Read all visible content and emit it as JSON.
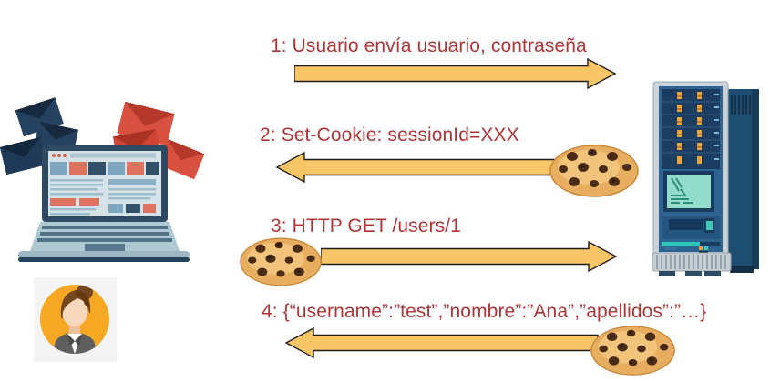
{
  "diagram_type": "sequence-diagram-cookie-auth",
  "actors": {
    "client": {
      "icon": "laptop-emails-illustration",
      "avatar_icon": "woman-avatar-icon"
    },
    "server": {
      "icon": "server-tower-illustration"
    }
  },
  "messages": [
    {
      "label": "1: Usuario envía usuario, contraseña",
      "direction": "right",
      "cookie": "none"
    },
    {
      "label": "2: Set-Cookie: sessionId=XXX",
      "direction": "left",
      "cookie": "right-end"
    },
    {
      "label": "3: HTTP GET /users/1",
      "direction": "right",
      "cookie": "left-end"
    },
    {
      "label": "4: {“username”:”test”,”nombre”:”Ana”,”apellidos”:”…}",
      "direction": "left",
      "cookie": "right-end"
    }
  ],
  "icons": {
    "cookie": "cookie-icon",
    "client": "laptop-emails-illustration",
    "server": "server-tower-illustration",
    "user": "woman-avatar-icon"
  },
  "colors": {
    "label_red": "#B13437",
    "arrow_fill": "#F9C667",
    "arrow_border": "#1F1F1F",
    "avatar_orange": "#F6A723",
    "server_navy": "#1C3D61",
    "screen_mint": "#93DCCA"
  }
}
